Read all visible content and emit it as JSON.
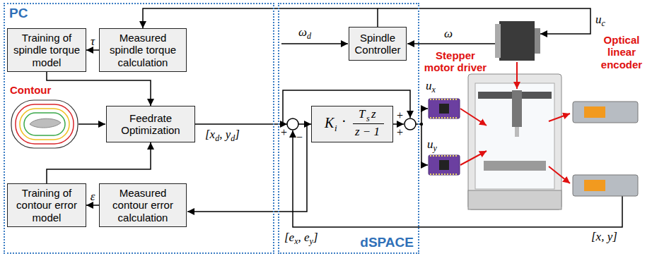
{
  "diagram": {
    "nodes": [
      {
        "text": [
          "PC"
        ]
      },
      {
        "text": [
          "Training of spindle torque model"
        ],
        "in": 0
      },
      {
        "text": [
          "Measured spindle torque calculation"
        ],
        "in": 0
      },
      {
        "text": [
          "Feedrate Optimization"
        ],
        "in": 0
      },
      {
        "text": [
          "Training of contour error model"
        ],
        "in": 0
      },
      {
        "text": [
          "Measured contour error calculation"
        ],
        "in": 0
      },
      {
        "text": [
          "dSPACE"
        ]
      },
      {
        "text": [
          "Spindle Controller"
        ],
        "in": 6
      },
      {
        "text": [
          "K",
          "i",
          "·",
          "T",
          "s",
          "z",
          "z − 1"
        ],
        "in": 6
      }
    ],
    "edges": [
      {
        "from": 7,
        "to": 2,
        "arrow": "to"
      },
      {
        "from": 2,
        "to": 1,
        "label": "τ",
        "arrow": "to"
      },
      {
        "from": 1,
        "to": 3,
        "arrow": "to"
      },
      {
        "from": 5,
        "to": 4,
        "label": "ε",
        "arrow": "to"
      },
      {
        "from": 4,
        "to": 3,
        "arrow": "to"
      },
      {
        "from": 3,
        "to": 8,
        "arrow": "to"
      }
    ],
    "labels": [
      "Contour",
      "Stepper motor driver",
      "Optical linear encoder",
      "ω",
      "d",
      "ω",
      "u",
      "c",
      "[x",
      "d",
      ", y",
      "d",
      "]",
      "+",
      "−",
      "+",
      "+",
      "u",
      "x",
      "u",
      "y",
      "[e",
      "x",
      ", e",
      "y",
      "]",
      "[x, y]"
    ]
  }
}
